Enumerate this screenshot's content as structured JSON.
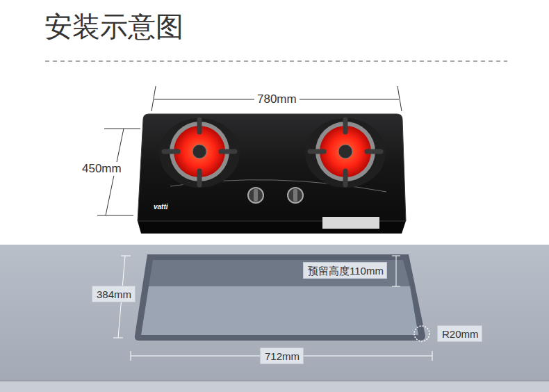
{
  "diagram": {
    "title": "安装示意图",
    "nodes": [
      {
        "text": [
          "384mm"
        ]
      },
      {
        "text": [
          "预留高度110mm"
        ]
      },
      {
        "text": [
          "R20mm"
        ]
      },
      {
        "text": [
          "712mm"
        ]
      }
    ],
    "labels": [
      "780mm",
      "450mm",
      "vatti"
    ]
  }
}
